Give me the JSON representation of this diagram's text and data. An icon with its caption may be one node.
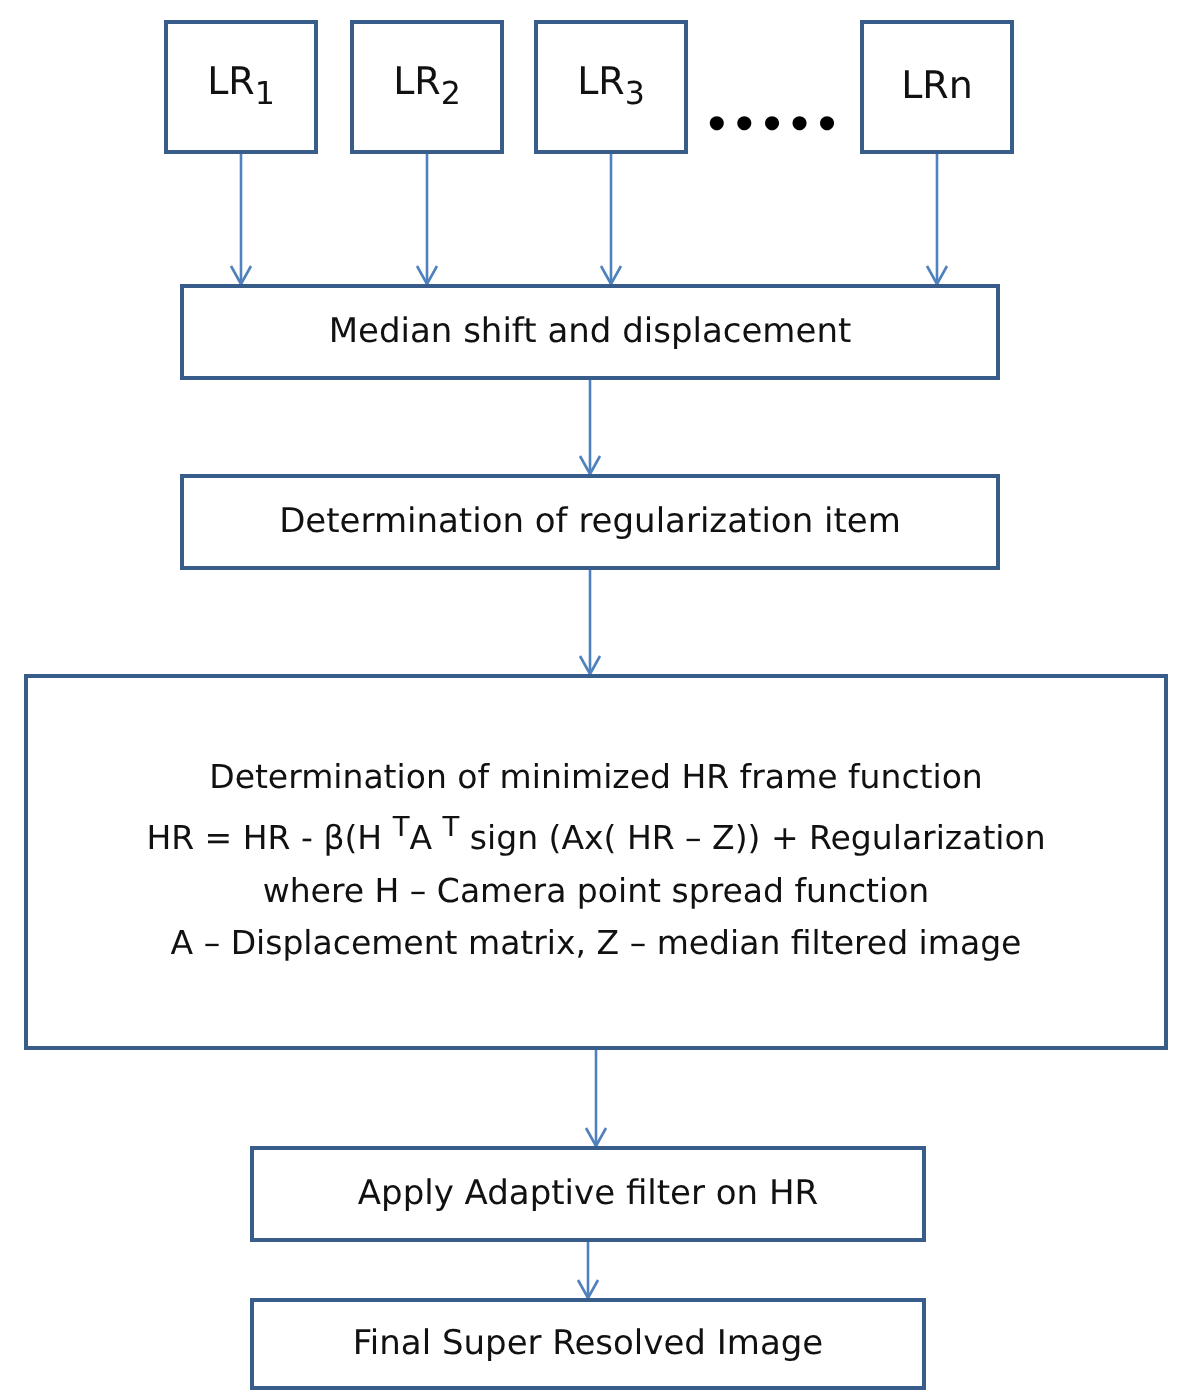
{
  "diagram": {
    "nodes": [
      {
        "text": [
          "LR$_{1}$"
        ]
      },
      {
        "text": [
          "LR$_{2}$"
        ]
      },
      {
        "text": [
          "LR$_{3}$"
        ]
      },
      {
        "text": [
          "LRn"
        ]
      },
      {
        "text": [
          "Median shift and displacement"
        ]
      },
      {
        "text": [
          "Determination of regularization item"
        ]
      },
      {
        "text": [
          "Determination of minimized HR frame function",
          "HR = HR -  β(H $^{T}$A $^{T}$ sign (Ax( HR – Z)) + Regularization",
          "where H – Camera point spread function",
          "A – Displacement matrix, Z – median filtered image"
        ]
      },
      {
        "text": [
          "Apply Adaptive filter on HR"
        ]
      },
      {
        "text": [
          "Final Super Resolved Image"
        ]
      }
    ],
    "edges": [
      {
        "from": 0,
        "to": 4,
        "arrow": "to"
      },
      {
        "from": 1,
        "to": 4,
        "arrow": "to"
      },
      {
        "from": 2,
        "to": 4,
        "arrow": "to"
      },
      {
        "from": 3,
        "to": 4,
        "arrow": "to"
      },
      {
        "from": 4,
        "to": 5,
        "arrow": "to"
      },
      {
        "from": 5,
        "to": 6,
        "arrow": "to"
      },
      {
        "from": 6,
        "to": 7,
        "arrow": "to"
      },
      {
        "from": 7,
        "to": 8,
        "arrow": "to"
      }
    ],
    "labels": [
      "•••••"
    ]
  }
}
